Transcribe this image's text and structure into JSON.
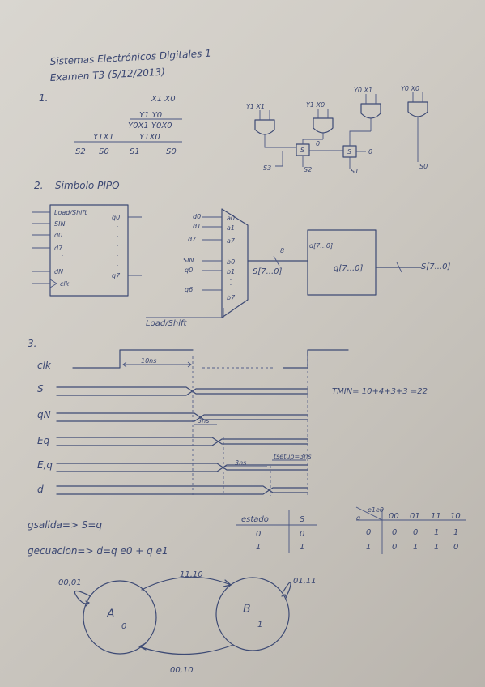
{
  "header": {
    "title": "Sistemas Electrónicos Digitales 1",
    "subtitle": "Examen T3 (5/12/2013)"
  },
  "q1": {
    "number": "1.",
    "row1": "X1 X0",
    "row2a": "Y1 Y0",
    "row2b": "Y0X1  Y0X0",
    "row3a": "Y1X1",
    "row3b": "Y1X0",
    "row4": [
      "S2",
      "S0",
      "S1",
      "S0"
    ],
    "gate_labels": [
      "Y1 X1",
      "Y1 X0",
      "Y0 X1",
      "Y0 X0"
    ],
    "out_labels": [
      "S3",
      "S2",
      "S1",
      "S0"
    ],
    "zero": "0"
  },
  "q2": {
    "number": "2.",
    "title": "Símbolo PIPO",
    "symbol_inputs": [
      "Load/Shift",
      "SIN",
      "d0",
      "d7"
    ],
    "symbol_outputs": [
      "q0",
      "q7"
    ],
    "symbol_clk": "clk",
    "symbol_dn": "dN",
    "mux_in_top": [
      "d0",
      "d1",
      "d7"
    ],
    "mux_in_ports_top": [
      "a0",
      "a1",
      "a7"
    ],
    "mux_in_bottom": [
      "SIN",
      "q0",
      "q6"
    ],
    "mux_in_ports_bottom": [
      "b0",
      "b1",
      "b7"
    ],
    "mux_select": "Load/Shift",
    "bus_width": "8",
    "mux_out": "S[7...0]",
    "reg_in": "d[7...0]",
    "reg_out": "q[7...0]",
    "final_out": "S[7...0]"
  },
  "q3": {
    "number": "3.",
    "signals": [
      "clk",
      "S",
      "qN",
      "Eq",
      "E,q",
      "d"
    ],
    "period_label": "10ns",
    "tmin": "TMIN= 10+4+3+3 =22",
    "delay_labels": [
      "3ns",
      "3ns",
      "tsetup=3ns"
    ],
    "salida": "gsalida=> S=q",
    "ecuacion": "gecuacion=> d=q e0 + q e1",
    "estado_table": {
      "headers": [
        "estado",
        "S"
      ],
      "rows": [
        [
          "0",
          "0"
        ],
        [
          "1",
          "1"
        ]
      ]
    },
    "kmap": {
      "corner_row": "q",
      "corner_col": "e1e0",
      "cols": [
        "00",
        "01",
        "11",
        "10"
      ],
      "rows": [
        {
          "label": "0",
          "values": [
            "0",
            "0",
            "1",
            "1"
          ]
        },
        {
          "label": "1",
          "values": [
            "0",
            "1",
            "1",
            "0"
          ]
        }
      ]
    },
    "fsm": {
      "state_a": "A",
      "state_a_out": "0",
      "state_b": "B",
      "state_b_out": "1",
      "self_a": "00,01",
      "self_b": "01,11",
      "a_to_b": "11,10",
      "b_to_a": "00,10"
    }
  }
}
